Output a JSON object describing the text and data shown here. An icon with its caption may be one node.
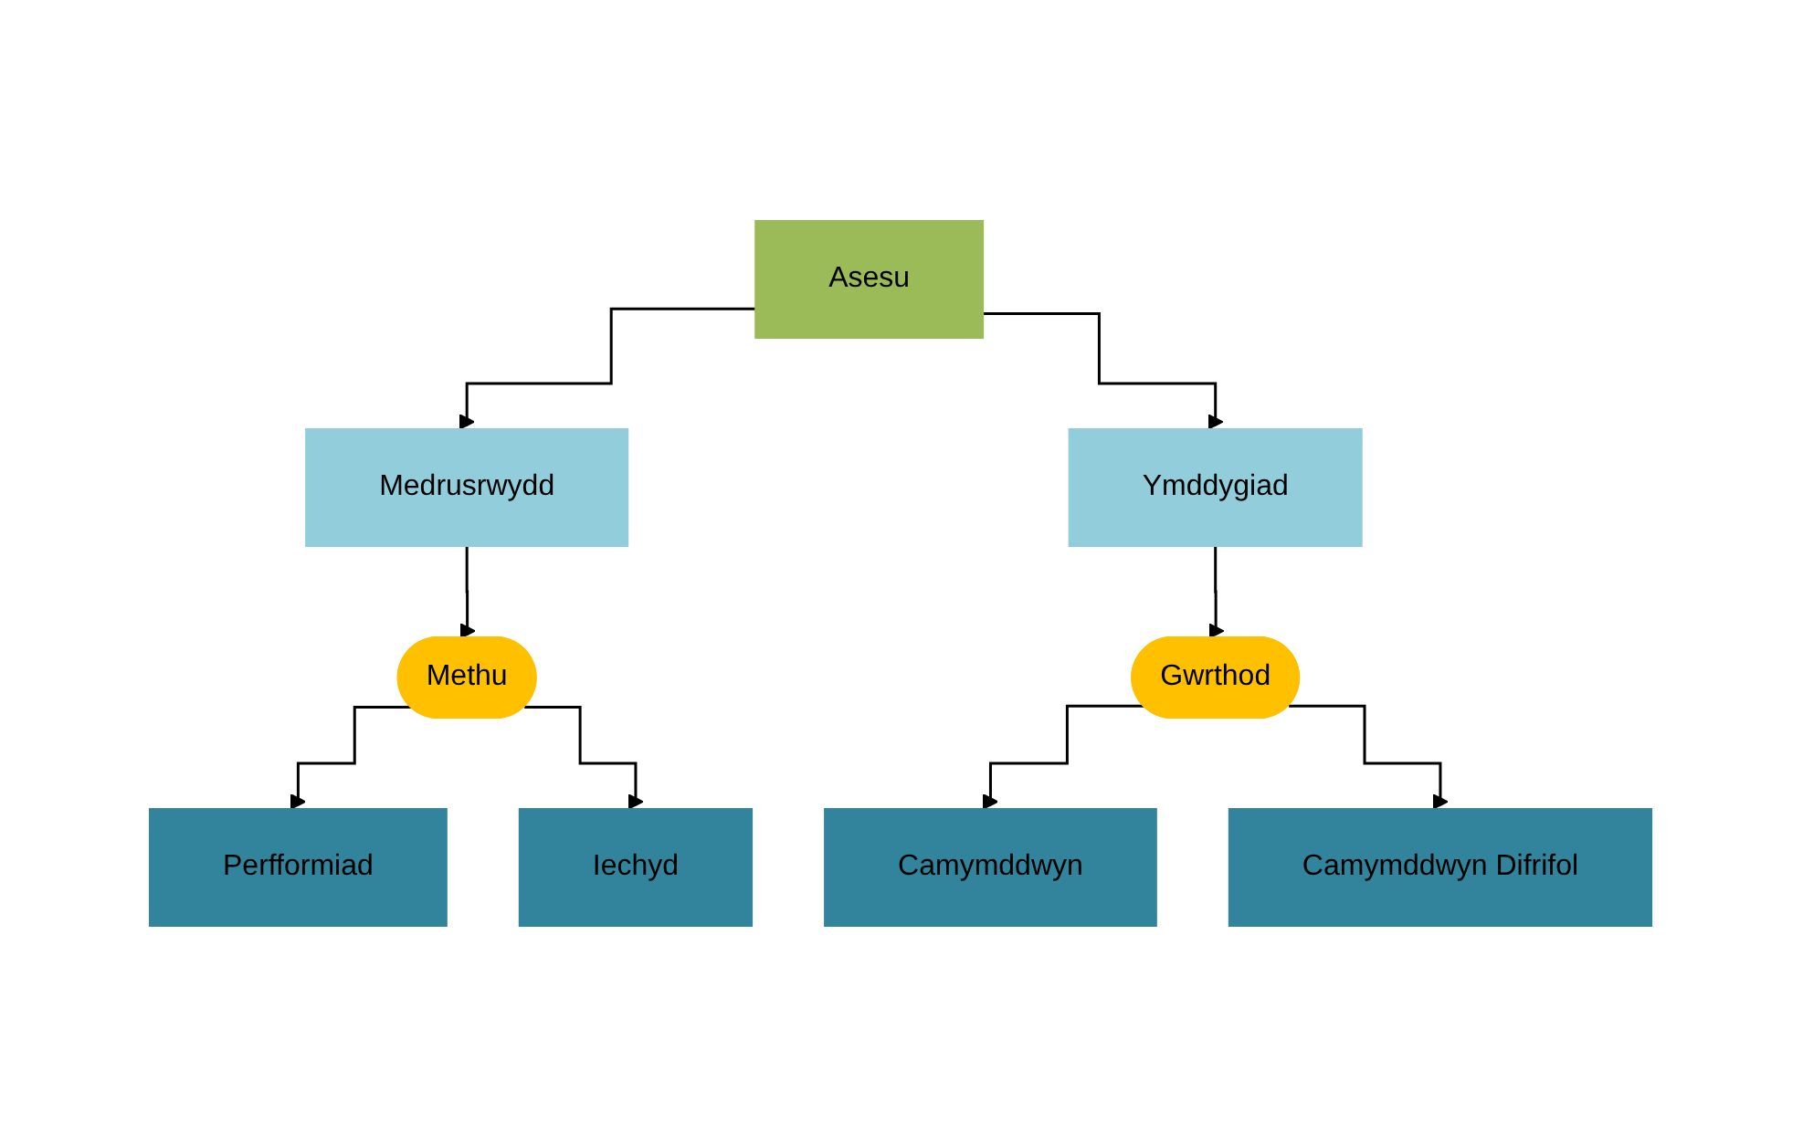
{
  "diagram": {
    "nodes": [
      {
        "text": [
          "Asesu"
        ]
      },
      {
        "text": [
          "Medrusrwydd"
        ]
      },
      {
        "text": [
          "Ymddygiad"
        ]
      },
      {
        "text": [
          "Methu"
        ]
      },
      {
        "text": [
          "Gwrthod"
        ]
      },
      {
        "text": [
          "Perfformiad"
        ]
      },
      {
        "text": [
          "Iechyd"
        ]
      },
      {
        "text": [
          "Camymddwyn"
        ]
      },
      {
        "text": [
          "Camymddwyn Difrifol"
        ]
      }
    ],
    "edges": [
      {
        "from": 0,
        "to": 1,
        "arrow": "to"
      },
      {
        "from": 0,
        "to": 2,
        "arrow": "to"
      },
      {
        "from": 1,
        "to": 3,
        "arrow": "to"
      },
      {
        "from": 2,
        "to": 4,
        "arrow": "to"
      },
      {
        "from": 3,
        "to": 5,
        "arrow": "to"
      },
      {
        "from": 3,
        "to": 6,
        "arrow": "to"
      },
      {
        "from": 4,
        "to": 7,
        "arrow": "to"
      },
      {
        "from": 4,
        "to": 8,
        "arrow": "to"
      }
    ]
  }
}
